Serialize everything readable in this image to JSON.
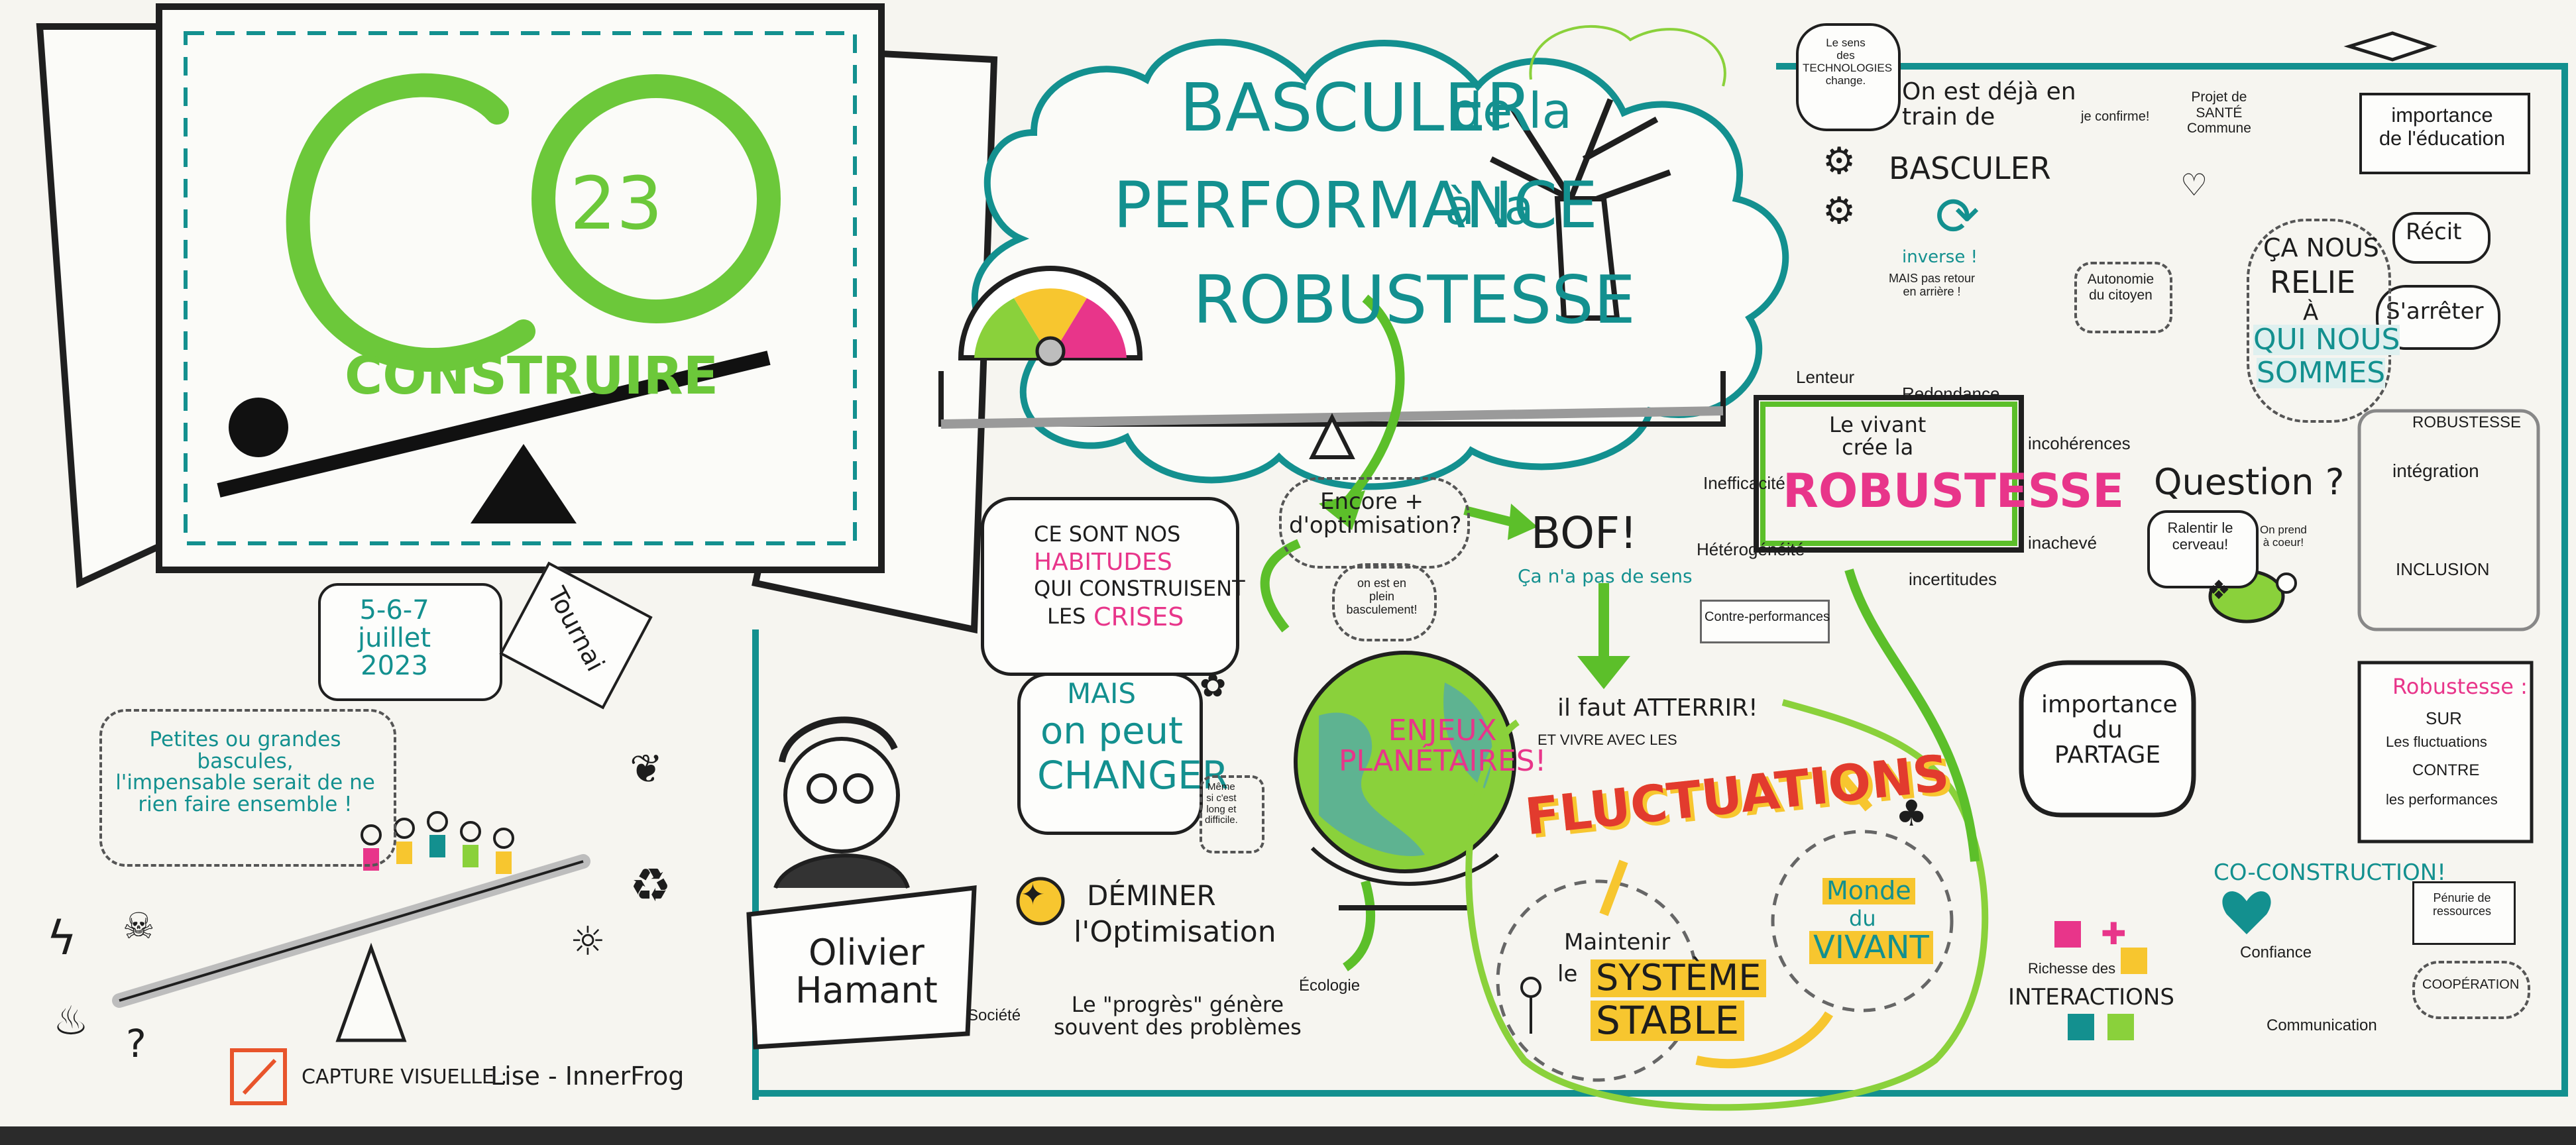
{
  "logo": {
    "mark": "CO",
    "number": "23",
    "word": "CONSTRUIRE"
  },
  "event": {
    "dates": "5-6-7\njuillet\n2023",
    "place": "Tournai"
  },
  "left_bubble": "Petites ou grandes\nbascules,\nl'impensable serait de ne\nrien faire ensemble !",
  "title": {
    "line1a": "BASCULER",
    "line1b": "de la",
    "line2a": "PERFORMANCE",
    "line2b": "à la",
    "line3": "ROBUSTESSE"
  },
  "habits": {
    "line1": "CE SONT NOS",
    "line2": "HABITUDES",
    "line3": "QUI CONSTRUISENT",
    "line4a": "LES",
    "line4b": "CRISES"
  },
  "change": {
    "line1": "MAIS",
    "line2": "on peut",
    "line3": "CHANGER"
  },
  "side_note": "Même\nsi c'est\nlong et\ndifficile.",
  "speaker": {
    "name": "Olivier\nHamant"
  },
  "demine": {
    "line1": "DÉMINER",
    "line2": "l'Optimisation"
  },
  "progress": {
    "society": "Société",
    "text": "Le \"progrès\" génère\nsouvent des problèmes",
    "ecology": "Écologie"
  },
  "optimisation_question": "Encore +\nd'optimisation?",
  "bof": {
    "word": "BOF!",
    "sub": "Ça n'a pas de sens"
  },
  "globe": {
    "label": "ENJEUX\nPLANÉTAIRES!",
    "bubble": "on est en\nplein\nbasculement!"
  },
  "atterrir": {
    "line1": "il faut ATTERRIR!",
    "line2": "ET VIVRE AVEC LES",
    "word": "FLUCTUATIONS"
  },
  "maintain": {
    "line1": "Maintenir",
    "line2": "le",
    "word1": "SYSTÈME",
    "word2": "STABLE"
  },
  "monde": {
    "line1": "Monde",
    "line2": "du",
    "word": "VIVANT"
  },
  "robust_cluster": {
    "top": "Le vivant\ncrée la",
    "word": "ROBUSTESSE",
    "around": [
      "Lenteur",
      "Redondance",
      "incohérences",
      "Inefficacité",
      "Hétérogénéité",
      "inachevé",
      "incertitudes"
    ],
    "contre": "Contre-performances"
  },
  "technos": "Le sens\ndes\nTECHNOLOGIES\nchange.",
  "deja": {
    "line1": "On est déjà en\ntrain de",
    "word": "BASCULER",
    "inverse": "inverse !",
    "mais": "MAIS pas retour\nen arrière !"
  },
  "confirm": "je confirme!",
  "sante": "Projet de\nSANTÉ\nCommune",
  "autonomie": "Autonomie\ndu citoyen",
  "education": {
    "box": "importance\nde l'éducation",
    "recit": "Récit",
    "arreter": "S'arrêter"
  },
  "relie": {
    "line1": "ÇA NOUS",
    "line2": "RELIE",
    "line3": "À",
    "line4": "QUI NOUS",
    "line5": "SOMMES"
  },
  "robustesse_small": "ROBUSTESSE",
  "question": {
    "word": "Question ?",
    "ralentir": "Ralentir le\ncerveau!",
    "prend": "On prend\nà coeur!"
  },
  "integration": {
    "top": "intégration",
    "bottom": "INCLUSION"
  },
  "partage": "importance\ndu\nPARTAGE",
  "robust_sur": {
    "line1": "Robustesse :",
    "line2": "SUR",
    "line3": "Les fluctuations",
    "line4": "CONTRE",
    "line5": "les performances"
  },
  "coconstruction": "CO-CONSTRUCTION!",
  "confiance": "Confiance",
  "communication": "Communication",
  "richesse": {
    "line1": "Richesse des",
    "word": "INTERACTIONS"
  },
  "penurie": "Pénurie de\nressources",
  "cooperation": "COOPÉRATION",
  "credit": {
    "label": "CAPTURE VISUELLE :",
    "author": "Lise - InnerFrog"
  },
  "icons": [
    "lightning-icon",
    "skull-icon",
    "fire-icon",
    "question-mark-icon",
    "leaf-icon",
    "sun-icon",
    "earth-icon",
    "lightbulb-icon",
    "butterfly-icon",
    "tree-icon",
    "turtle-icon",
    "heart-icon",
    "puzzle-icon",
    "gear-icon"
  ],
  "colors": {
    "teal": "#13908f",
    "green": "#5cbf2a",
    "pink": "#e8358a",
    "yellow": "#f7c62f",
    "red": "#e23b2e",
    "ink": "#1d1d1d"
  }
}
